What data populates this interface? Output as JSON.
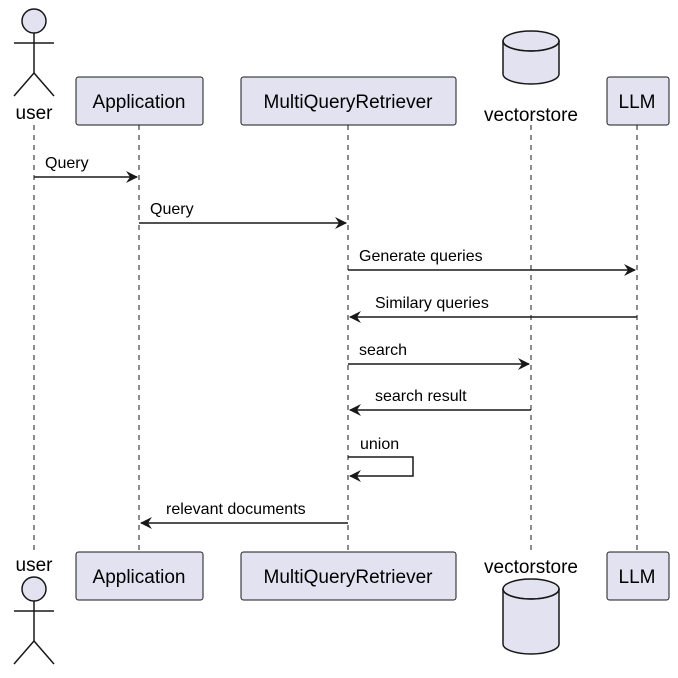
{
  "diagram": {
    "type": "sequence",
    "colors": {
      "participant_fill": "#e2e2f0",
      "participant_stroke": "#181818",
      "lifeline": "#181818",
      "arrow": "#181818",
      "background": "#ffffff"
    },
    "participants": [
      {
        "id": "user",
        "kind": "actor",
        "label": "user",
        "icon": "stick-figure-icon"
      },
      {
        "id": "application",
        "kind": "participant",
        "label": "Application"
      },
      {
        "id": "multiqueryretriever",
        "kind": "participant",
        "label": "MultiQueryRetriever"
      },
      {
        "id": "vectorstore",
        "kind": "database",
        "label": "vectorstore",
        "icon": "database-cylinder-icon"
      },
      {
        "id": "llm",
        "kind": "participant",
        "label": "LLM"
      }
    ],
    "messages": [
      {
        "from": "user",
        "to": "application",
        "label": "Query"
      },
      {
        "from": "application",
        "to": "multiqueryretriever",
        "label": "Query"
      },
      {
        "from": "multiqueryretriever",
        "to": "llm",
        "label": "Generate queries"
      },
      {
        "from": "llm",
        "to": "multiqueryretriever",
        "label": "Similary queries"
      },
      {
        "from": "multiqueryretriever",
        "to": "vectorstore",
        "label": "search"
      },
      {
        "from": "vectorstore",
        "to": "multiqueryretriever",
        "label": "search result"
      },
      {
        "from": "multiqueryretriever",
        "to": "multiqueryretriever",
        "label": "union"
      },
      {
        "from": "multiqueryretriever",
        "to": "application",
        "label": "relevant documents"
      }
    ]
  }
}
